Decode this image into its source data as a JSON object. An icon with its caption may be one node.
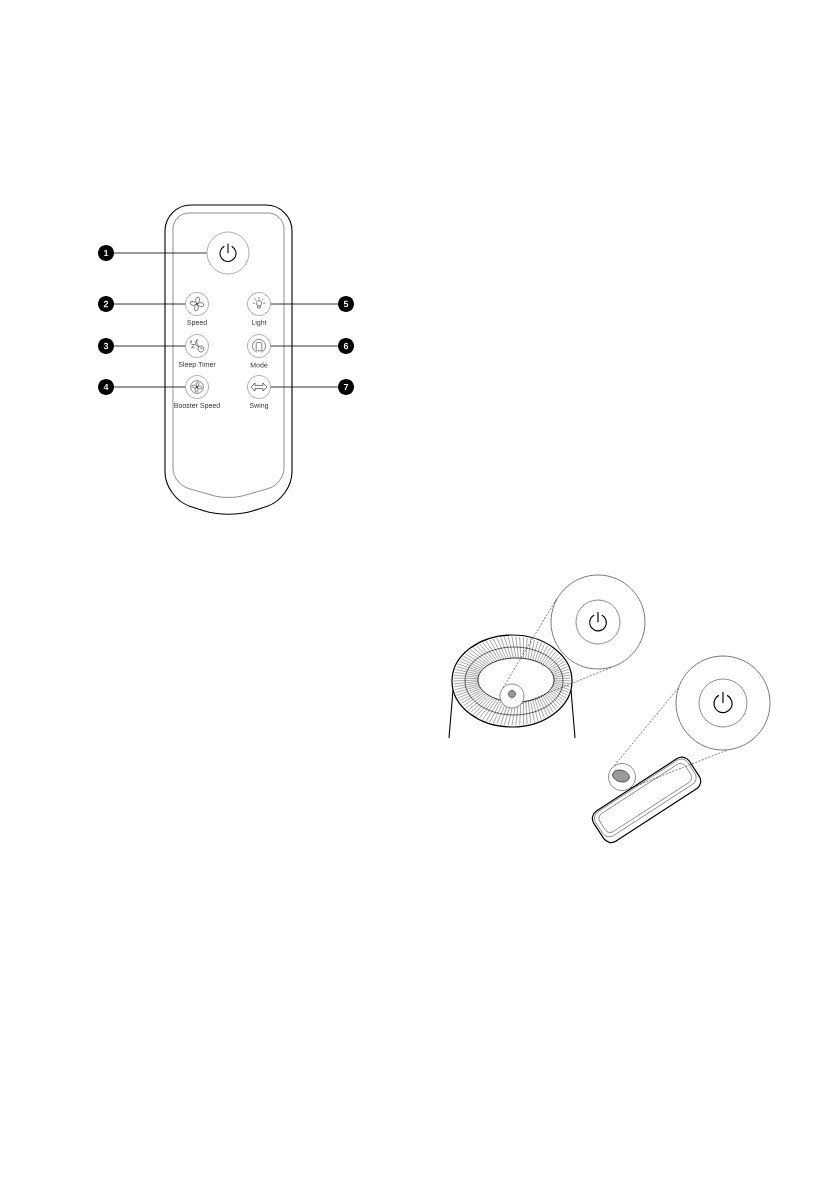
{
  "diagram": {
    "nodes": [
      {
        "text": [
          "1"
        ]
      },
      {
        "text": [],
        "shape": "circle"
      },
      {
        "text": [
          "2"
        ]
      },
      {
        "text": [],
        "shape": "circle",
        "beside": [
          "Speed"
        ]
      },
      {
        "text": [],
        "shape": "circle",
        "beside": [
          "Light"
        ]
      },
      {
        "text": [
          "5"
        ]
      },
      {
        "text": [
          "3"
        ]
      },
      {
        "text": [],
        "shape": "circle",
        "beside": [
          "Sleep Timer"
        ]
      },
      {
        "text": [],
        "shape": "circle",
        "beside": [
          "Mode"
        ]
      },
      {
        "text": [
          "6"
        ]
      },
      {
        "text": [
          "4"
        ]
      },
      {
        "text": [],
        "shape": "circle",
        "beside": [
          "Booster Speed"
        ]
      },
      {
        "text": [],
        "shape": "circle",
        "beside": [
          "Swing"
        ]
      },
      {
        "text": [
          "7"
        ]
      },
      {
        "text": [],
        "shape": "circle"
      },
      {
        "text": [],
        "shape": "circle",
        "in": 14
      },
      {
        "text": [],
        "shape": "circle"
      },
      {
        "text": [],
        "shape": "circle"
      },
      {
        "text": [],
        "shape": "circle",
        "in": 17
      },
      {
        "text": [],
        "shape": "circle"
      }
    ],
    "edges": [
      {
        "from": 0,
        "to": 1,
        "arrow": "none"
      },
      {
        "from": 2,
        "to": 3,
        "arrow": "none"
      },
      {
        "from": 5,
        "to": 4,
        "arrow": "none"
      },
      {
        "from": 6,
        "to": 7,
        "arrow": "none"
      },
      {
        "from": 9,
        "to": 8,
        "arrow": "none"
      },
      {
        "from": 10,
        "to": 11,
        "arrow": "none"
      },
      {
        "from": 13,
        "to": 12,
        "arrow": "none"
      },
      {
        "from": 16,
        "to": 14,
        "arrow": "none",
        "style": "dashed"
      },
      {
        "from": 16,
        "to": 14,
        "arrow": "none",
        "style": "dashed"
      },
      {
        "from": 19,
        "to": 17,
        "arrow": "none",
        "style": "dashed"
      },
      {
        "from": 19,
        "to": 17,
        "arrow": "none",
        "style": "dashed"
      }
    ]
  }
}
